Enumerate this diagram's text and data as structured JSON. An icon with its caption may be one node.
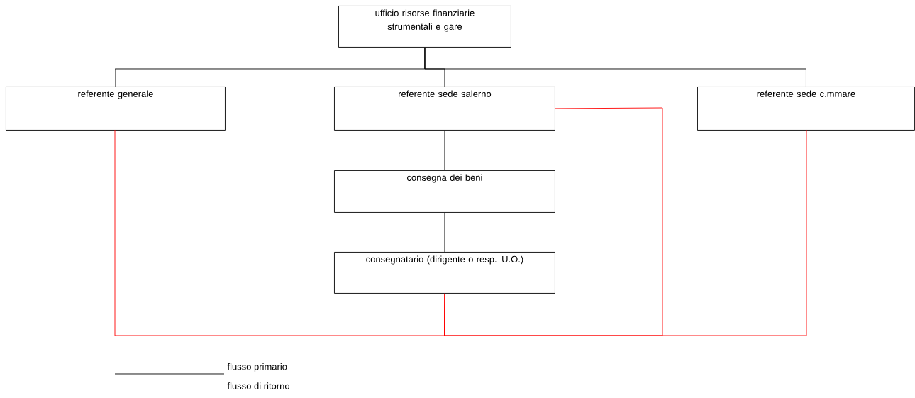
{
  "diagram": {
    "nodes": [
      {
        "text": [
          "ufficio risorse finanziarie strumentali e gare"
        ]
      },
      {
        "text": [
          "referente generale"
        ]
      },
      {
        "text": [
          "referente sede salerno"
        ]
      },
      {
        "text": [
          "referente sede c.mmare"
        ]
      },
      {
        "text": [
          "consegna dei beni"
        ]
      },
      {
        "text": [
          "consegnatario (dirigente o resp. U.O.)"
        ]
      }
    ],
    "edges": [
      {
        "from": 0,
        "to": 1,
        "arrow": "none"
      },
      {
        "from": 0,
        "to": 2,
        "arrow": "none"
      },
      {
        "from": 0,
        "to": 3,
        "arrow": "none"
      },
      {
        "from": 2,
        "to": 4,
        "arrow": "none"
      },
      {
        "from": 4,
        "to": 5,
        "arrow": "none"
      },
      {
        "from": 5,
        "to": 1,
        "arrow": "none",
        "color": "#ff0000"
      },
      {
        "from": 5,
        "to": 2,
        "arrow": "none",
        "color": "#ff0000"
      },
      {
        "from": 5,
        "to": 3,
        "arrow": "none",
        "color": "#ff0000"
      }
    ],
    "legend": [
      {
        "text": "flusso primario"
      },
      {
        "text": "flusso di ritorno"
      }
    ]
  }
}
